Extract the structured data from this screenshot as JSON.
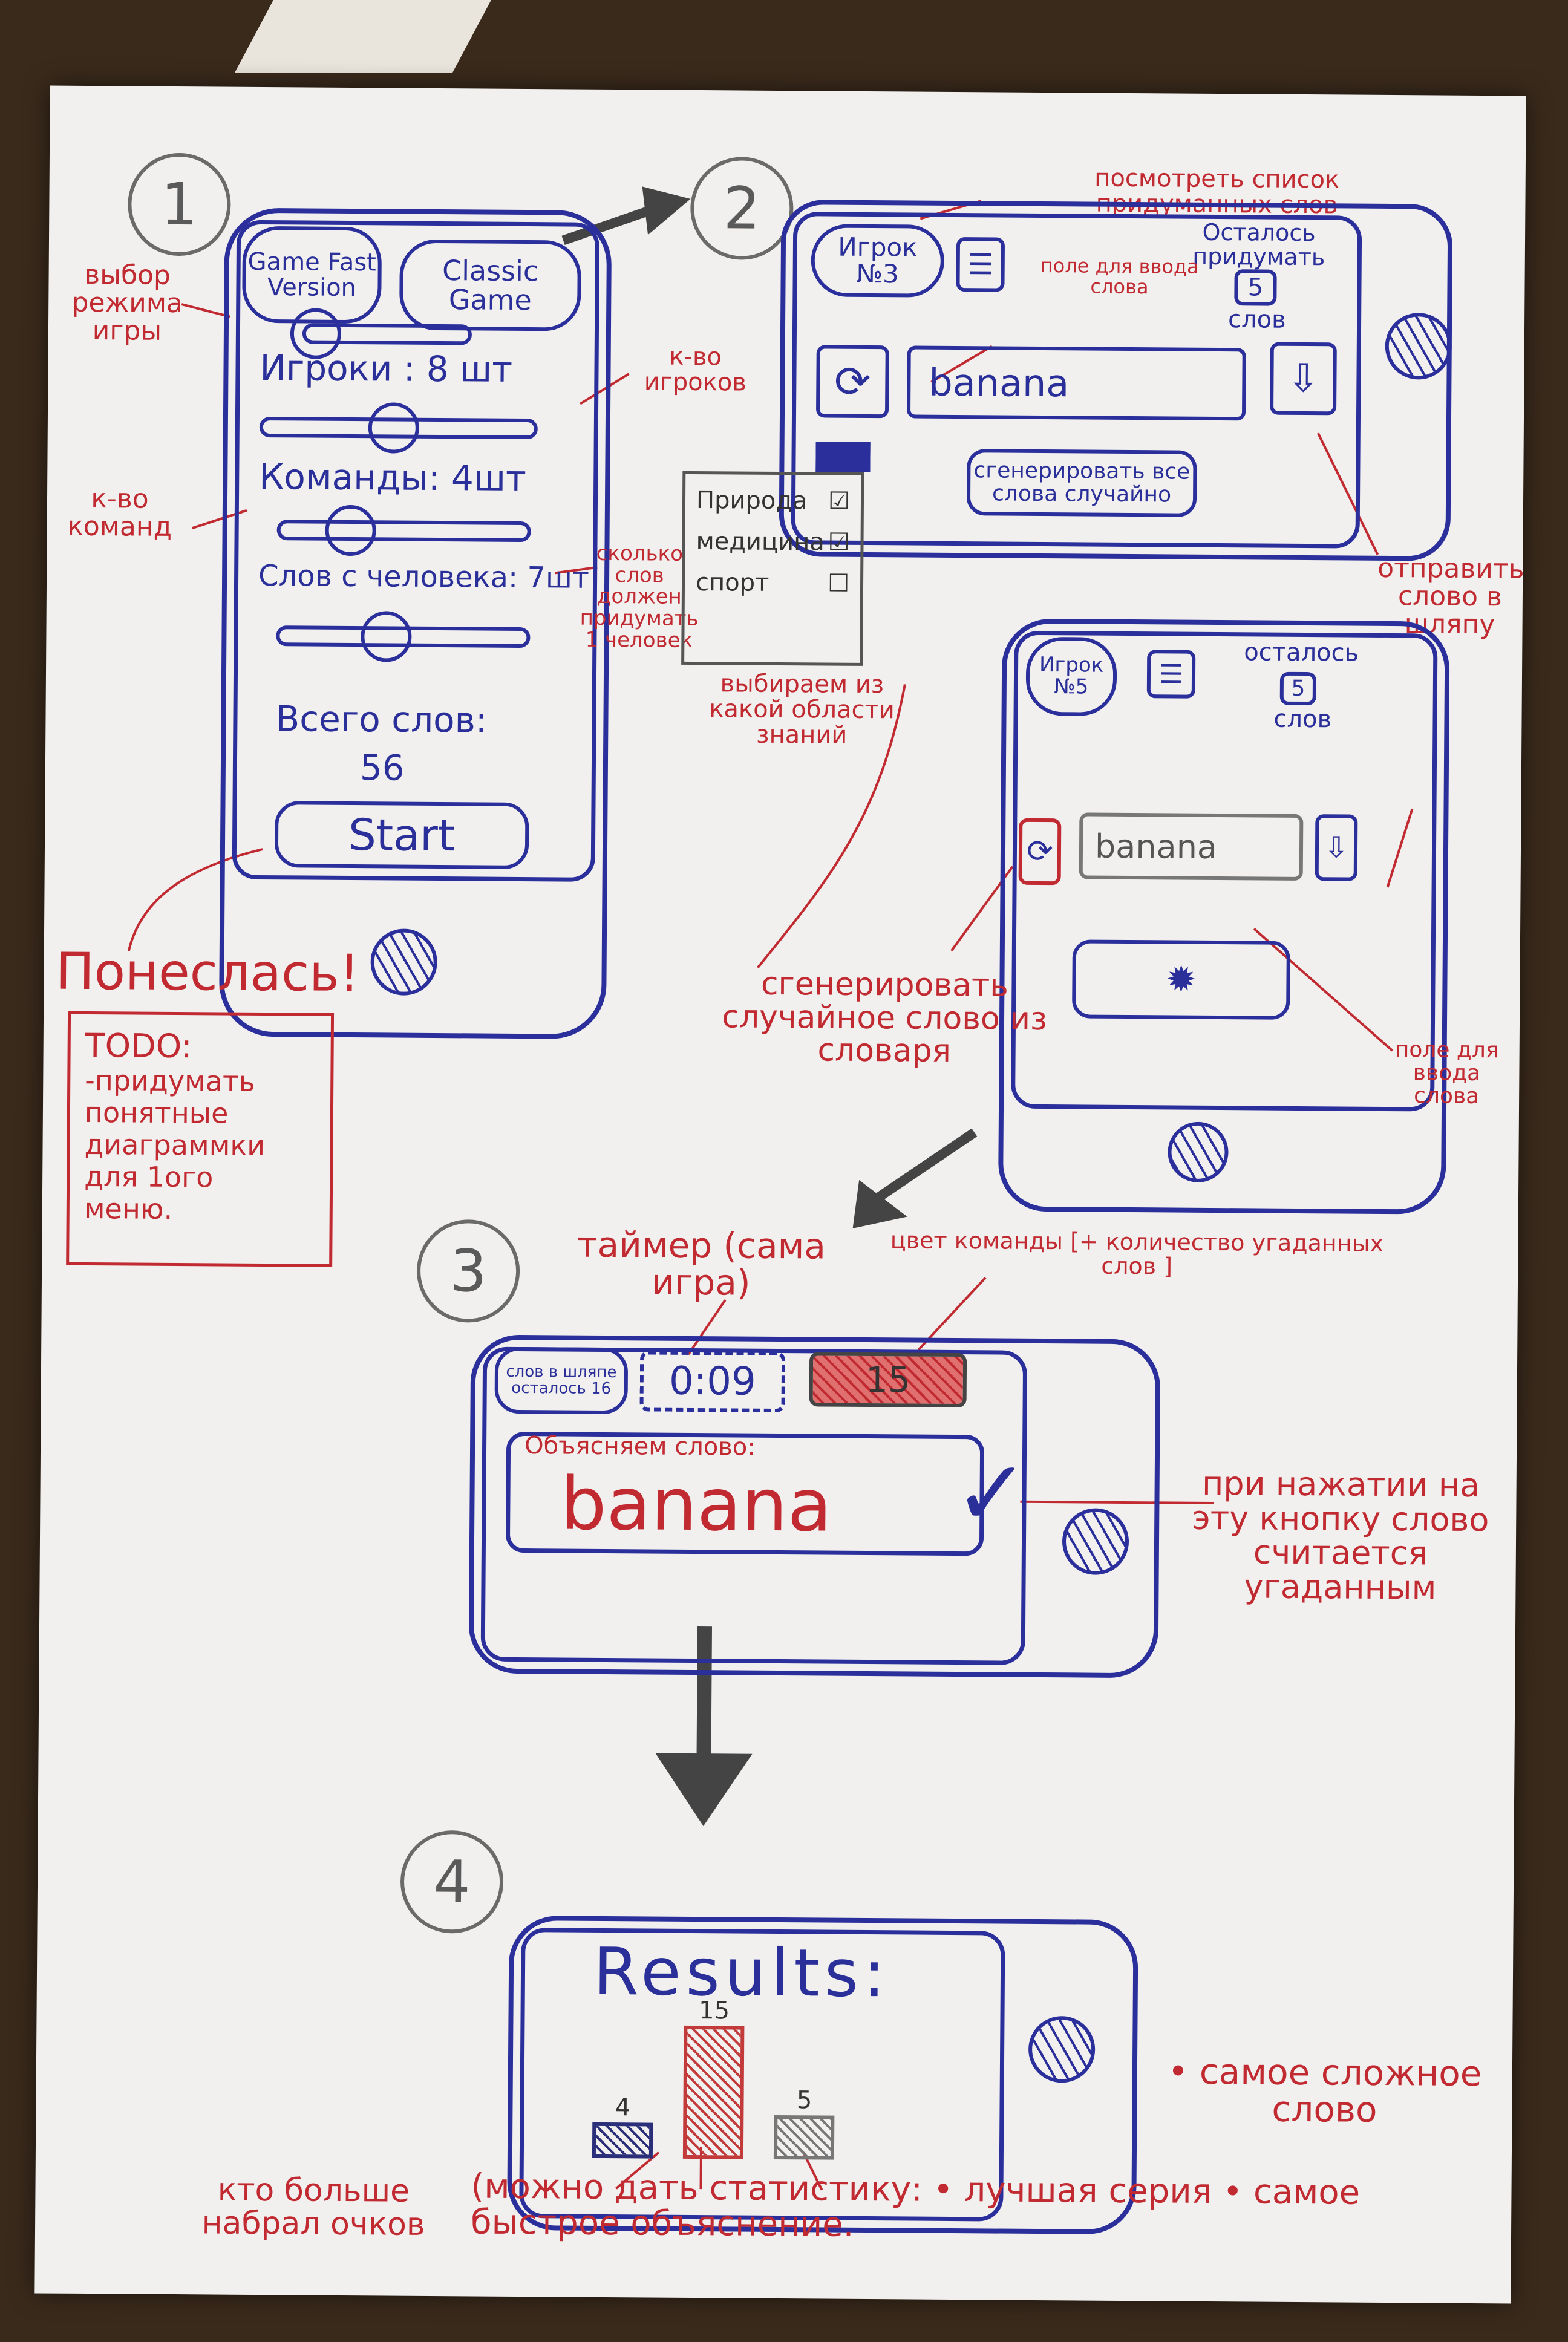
{
  "screen1": {
    "number": "1",
    "mode_fast": "Game Fast Version",
    "mode_classic": "Classic Game",
    "players_label": "Игроки : 8 шт",
    "teams_label": "Команды: 4шт",
    "words_per_person_label": "Слов с человека: 7шт",
    "total_words_label": "Всего слов:",
    "total_words_value": "56",
    "start_button": "Start",
    "slider_players": 0.45,
    "slider_teams": 0.3,
    "slider_words": 0.45
  },
  "screen1_notes": {
    "mode": "выбор режима игры",
    "players": "к-во игроков",
    "teams": "к-во команд",
    "words": "сколько слов должен придумать 1 человек",
    "go": "Понеслась!",
    "todo_title": "TODO:",
    "todo_items": [
      "-придумать",
      "понятные",
      "диаграммки",
      "для 1ого",
      "меню."
    ]
  },
  "screen2": {
    "number": "2",
    "player_label": "Игрок №3",
    "remaining_label": "Осталось придумать",
    "remaining_count": "5",
    "remaining_unit": "слов",
    "word_value": "banana",
    "generate_all_button": "сгенерировать все слова случайно",
    "categories": [
      "Природа",
      "медицина",
      "спорт"
    ],
    "categories_checked": [
      true,
      true,
      false
    ]
  },
  "screen2_notes": {
    "view_list": "посмотреть список придуманных слов",
    "input_field": "поле для ввода слова",
    "send_hat": "отправить слово в шляпу",
    "choose_vocab": "выбираем из какой области знаний"
  },
  "screen2b": {
    "player_label": "Игрок №5",
    "remaining_label": "осталось",
    "remaining_count": "5",
    "remaining_unit": "слов",
    "word_value": "banana"
  },
  "screen2b_notes": {
    "generate_random": "сгенерировать случайное слово из словаря",
    "input_field": "поле для ввода слова"
  },
  "screen3": {
    "number": "3",
    "hat_left": "слов в шляпе осталось 16",
    "timer": "0:09",
    "team_score": "15",
    "explain_label": "Объясняем слово:",
    "word": "banana",
    "check_mark": "✓"
  },
  "screen3_notes": {
    "timer": "таймер (сама игра)",
    "team_color": "цвет команды [+ количество угаданных слов ]",
    "check": "при нажатии на эту кнопку слово считается угаданным"
  },
  "screen4": {
    "number": "4",
    "title": "Results:",
    "bars": [
      {
        "value": 4,
        "label": "4",
        "color": "#2b2f7a"
      },
      {
        "value": 15,
        "label": "15",
        "color": "#c23a3a"
      },
      {
        "value": 5,
        "label": "5",
        "color": "#777777"
      }
    ]
  },
  "screen4_notes": {
    "hardest": "• самое сложное слово",
    "winners": "кто больше набрал очков",
    "stats": "(можно дать статистику: • лучшая серия • самое быстрое объяснение."
  },
  "colors": {
    "blue_pen": "#2b2f9c",
    "red_pen": "#c22a32",
    "grey_pencil": "#555555",
    "paper": "#f1f0ee"
  }
}
